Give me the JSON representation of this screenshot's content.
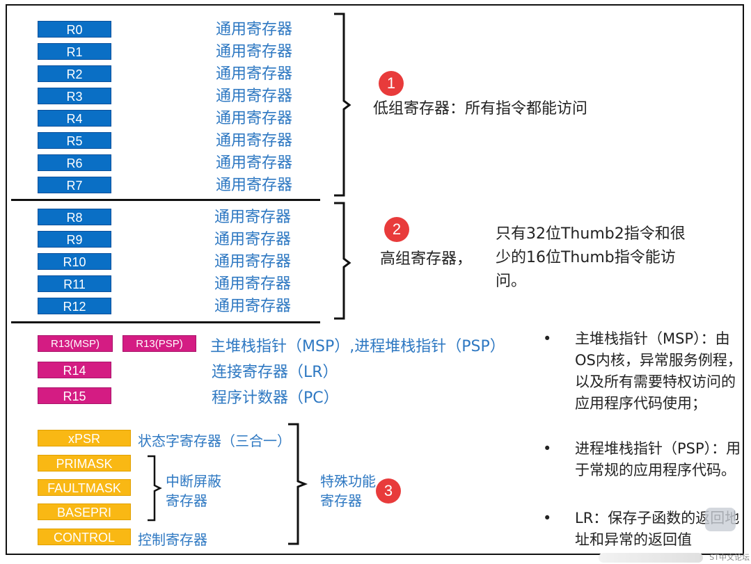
{
  "low_group": {
    "registers": [
      "R0",
      "R1",
      "R2",
      "R3",
      "R4",
      "R5",
      "R6",
      "R7"
    ],
    "description": "通用寄存器",
    "badge": "1",
    "summary": "低组寄存器：所有指令都能访问"
  },
  "high_group": {
    "registers": [
      "R8",
      "R9",
      "R10",
      "R11",
      "R12"
    ],
    "description": "通用寄存器",
    "badge": "2",
    "summary": "高组寄存器，",
    "note_lines": [
      "只有32位Thumb2指令和很",
      "少的16位Thumb指令能访",
      "问。"
    ]
  },
  "special_regs": {
    "msp": "R13(MSP)",
    "psp": "R13(PSP)",
    "sp_desc": "主堆栈指针（MSP）,进程堆栈指针（PSP）",
    "r14": "R14",
    "r14_desc": "连接寄存器（LR）",
    "r15": "R15",
    "r15_desc": "程序计数器（PC）"
  },
  "function_regs": {
    "xpsr": "xPSR",
    "xpsr_desc": "状态字寄存器（三合一）",
    "primask": "PRIMASK",
    "faultmask": "FAULTMASK",
    "basepri": "BASEPRI",
    "mask_desc_line1": "中断屏蔽",
    "mask_desc_line2": "寄存器",
    "control": "CONTROL",
    "control_desc": "控制寄存器",
    "special_line1": "特殊功能",
    "special_line2": "寄存器",
    "badge": "3"
  },
  "bullets": [
    {
      "dot": "•",
      "text": "主堆栈指针（MSP）：由OS内核，异常服务例程，以及所有需要特权访问的应用程序代码使用；"
    },
    {
      "dot": "•",
      "text": "进程堆栈指针（PSP）：用于常规的应用程序代码。"
    },
    {
      "dot": "•",
      "text": "LR：保存子函数的返回地址和异常的返回值"
    }
  ],
  "watermark": "ST中文论坛",
  "colors": {
    "blue": "#0a6fc5",
    "pink": "#d41c83",
    "gold": "#f9b814",
    "label_blue": "#2e78c2",
    "badge_red": "#e83b3b"
  }
}
